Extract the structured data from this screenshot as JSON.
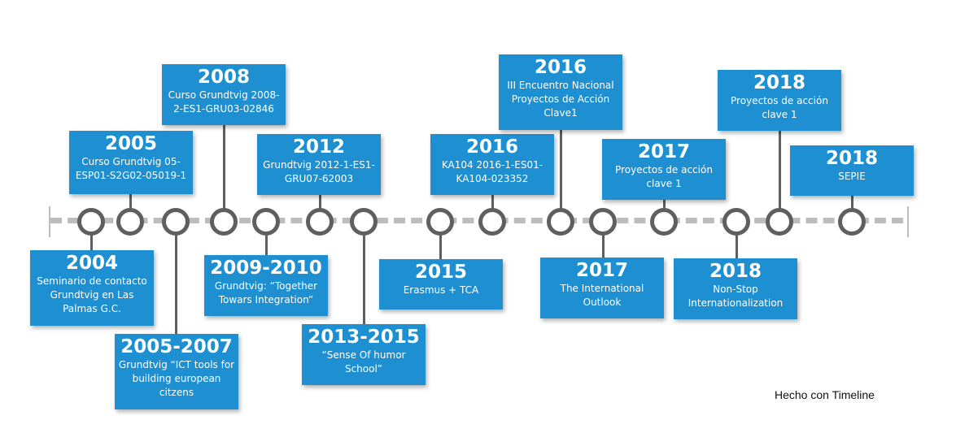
{
  "events": [
    {
      "year": "2004",
      "text": "Seminario de contacto Grundtvig en Las Palmas G.C."
    },
    {
      "year": "2005",
      "text": "Curso Grundtvig 05-ESP01-S2G02-05019-1"
    },
    {
      "year": "2005-2007",
      "text": "Grundtvig “ICT tools for building european citzens"
    },
    {
      "year": "2008",
      "text": "Curso Grundtvig 2008-2-ES1-GRU03-02846"
    },
    {
      "year": "2009-2010",
      "text": "Grundtvig: “Together Towars Integration”"
    },
    {
      "year": "2012",
      "text": "Grundtvig 2012-1-ES1-GRU07-62003"
    },
    {
      "year": "2013-2015",
      "text": "“Sense Of humor School”"
    },
    {
      "year": "2015",
      "text": "Erasmus + TCA"
    },
    {
      "year": "2016",
      "text": "KA104 2016-1-ES01-KA104-023352"
    },
    {
      "year": "2016",
      "text": "III Encuentro Nacional Proyectos de Acción Clave1"
    },
    {
      "year": "2017",
      "text": "The International Outlook"
    },
    {
      "year": "2017",
      "text": "Proyectos de acción clave 1"
    },
    {
      "year": "2018",
      "text": "Non-Stop Internationalization"
    },
    {
      "year": "2018",
      "text": "Proyectos de acción clave 1"
    },
    {
      "year": "2018",
      "text": "SEPIE"
    }
  ],
  "credit": "Hecho con Timeline",
  "colors": {
    "box": "#1e8fd1",
    "node": "#5f5f5f",
    "axis": "#bdbdbd"
  }
}
